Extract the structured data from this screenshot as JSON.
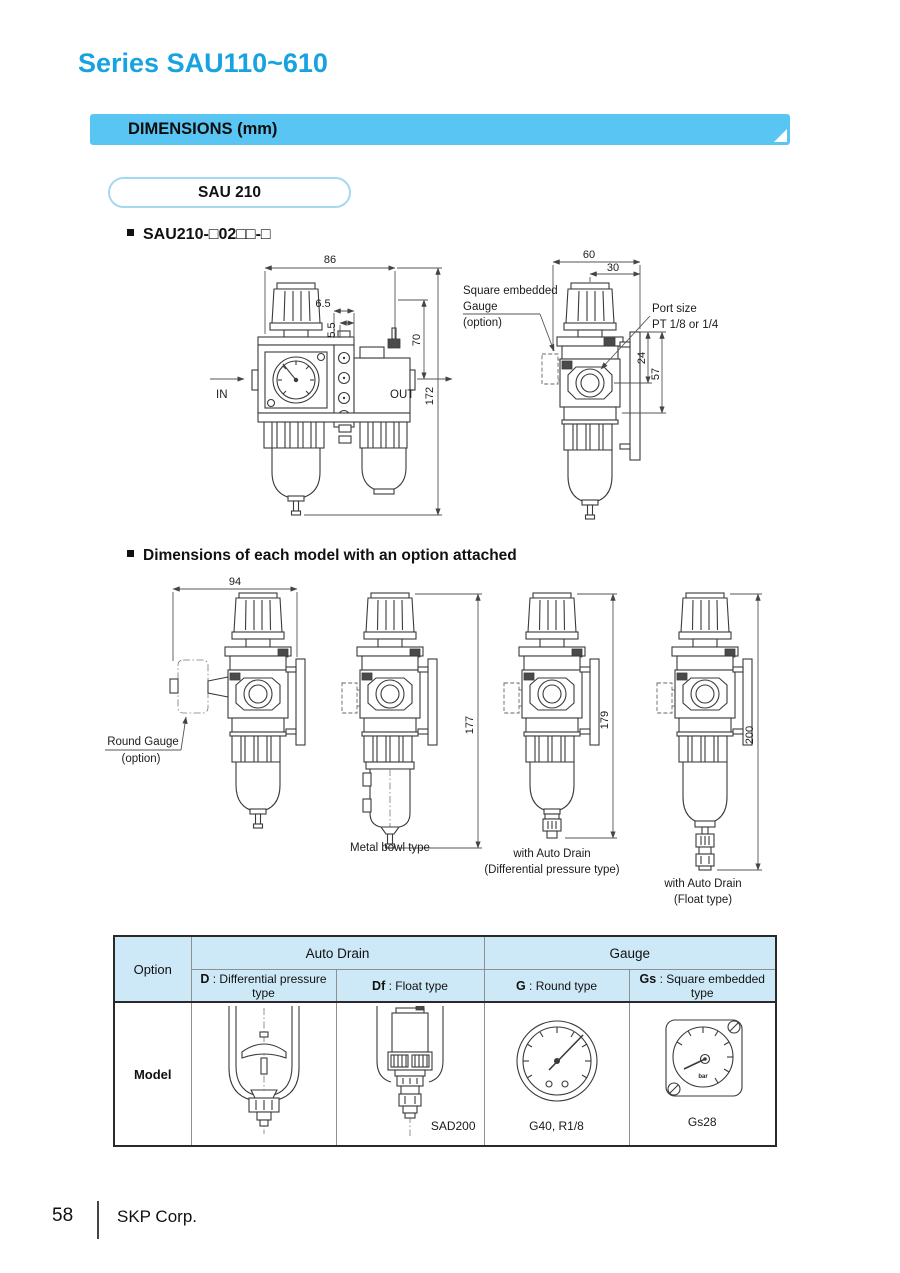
{
  "header": {
    "title": "Series SAU110~610",
    "bar_label": "DIMENSIONS (mm)",
    "pill_label": "SAU 210",
    "model_code": "SAU210-□02□□-□"
  },
  "figure1": {
    "dims": {
      "w86": "86",
      "w65": "6.5",
      "w55": "5.5",
      "h70": "70",
      "h172": "172",
      "w60": "60",
      "w30": "30",
      "h24": "24",
      "h57": "57"
    },
    "flow_in": "IN",
    "flow_out": "OUT",
    "labels": {
      "sq1": "Square embedded",
      "sq2": "Gauge",
      "sq3": "(option)",
      "port1": "Port size",
      "port2": "PT 1/8 or 1/4"
    }
  },
  "section2": {
    "title": "Dimensions of each model with an option attached"
  },
  "figure2": {
    "dims": {
      "w94": "94",
      "h177": "177",
      "h179": "179",
      "h200": "200"
    },
    "labels": {
      "rg1": "Round Gauge",
      "rg2": "(option)",
      "metal": "Metal bowl type",
      "dp1": "with Auto Drain",
      "dp2": "(Differential pressure type)",
      "fl1": "with Auto Drain",
      "fl2": "(Float type)"
    }
  },
  "table": {
    "option_header": "Option",
    "model_header": "Model",
    "group_auto_drain": "Auto Drain",
    "group_gauge": "Gauge",
    "columns": [
      {
        "code": "D",
        "label": " : Differential pressure type",
        "caption": ""
      },
      {
        "code": "Df",
        "label": " : Float type",
        "caption": "SAD200"
      },
      {
        "code": "G",
        "label": " : Round type",
        "caption": "G40, R1/8"
      },
      {
        "code": "Gs",
        "label": " : Square embedded type",
        "caption": "Gs28"
      }
    ],
    "gauge_unit": "bar"
  },
  "footer": {
    "page_number": "58",
    "company": "SKP Corp."
  },
  "colors": {
    "accent": "#18a3e0",
    "bar_bg": "#58c5f2",
    "table_header_bg": "#cde9f7"
  }
}
